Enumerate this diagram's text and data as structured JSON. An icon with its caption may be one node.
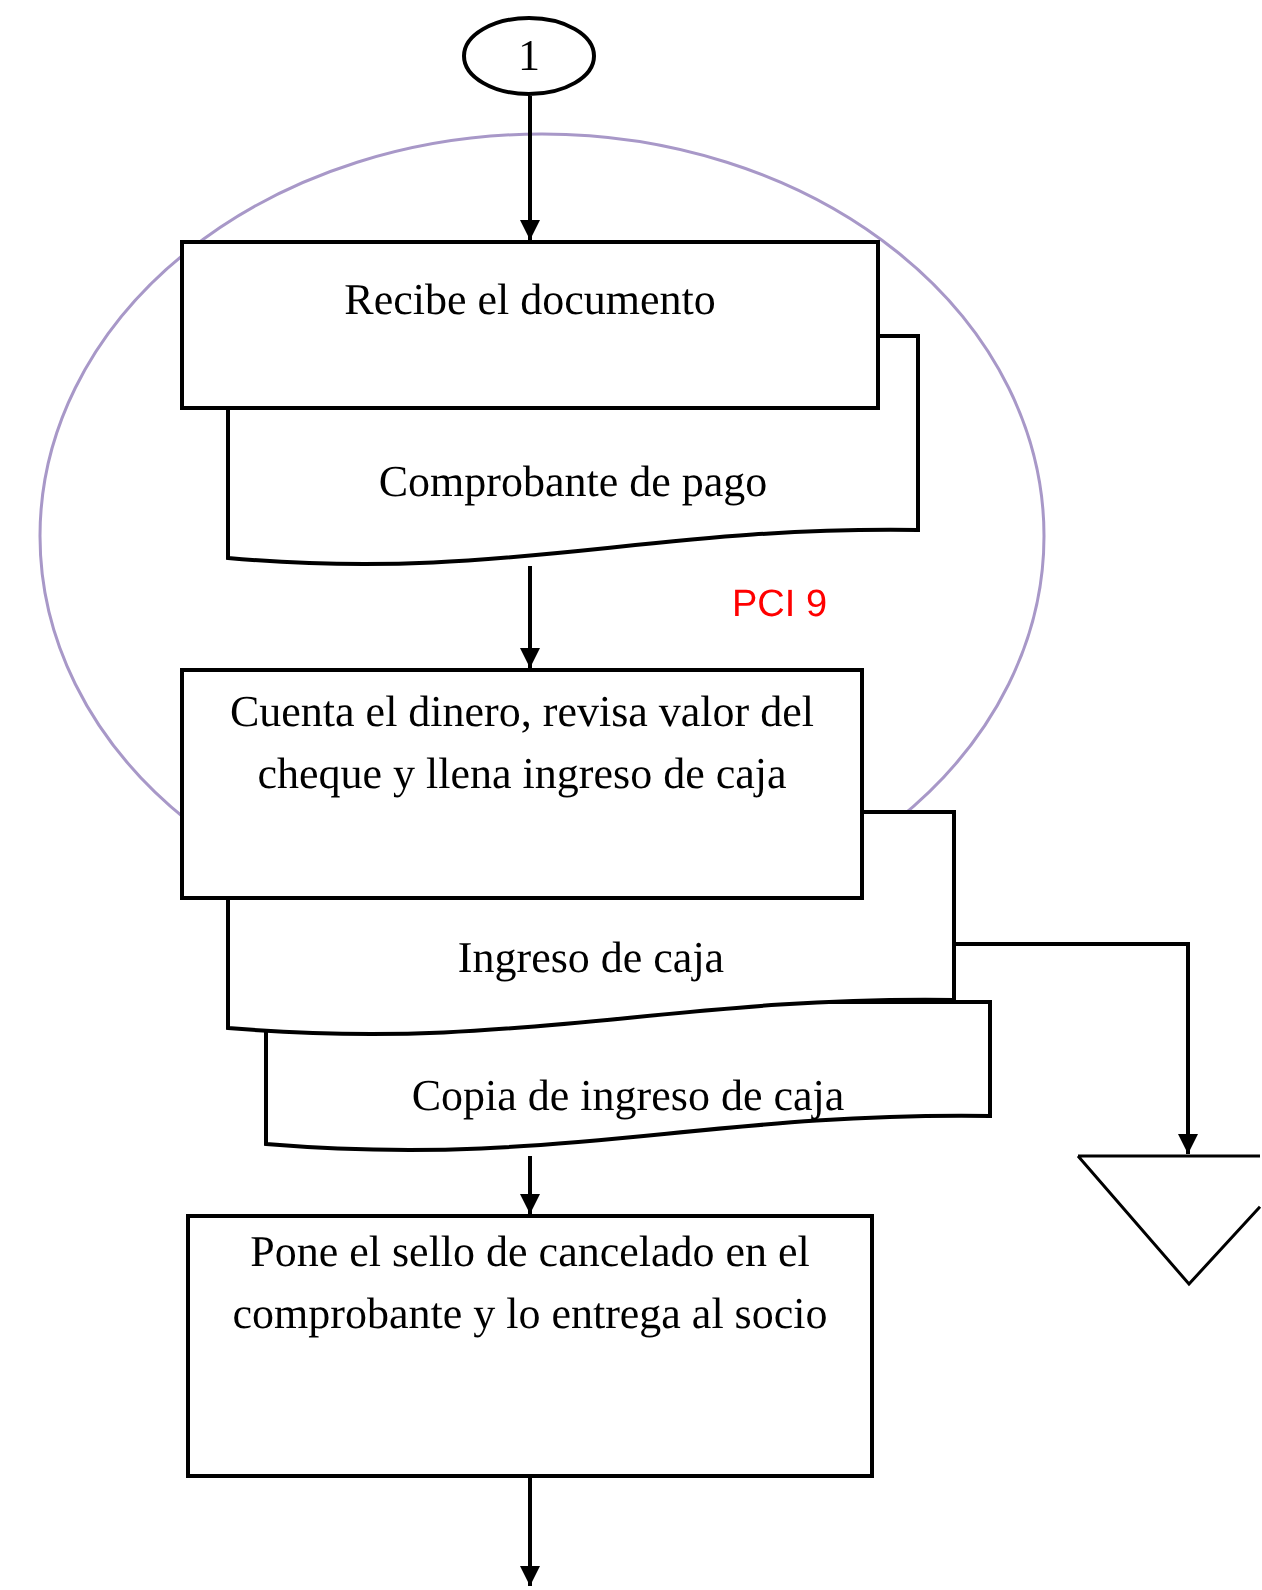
{
  "diagram": {
    "nodes": [
      {
        "text": [
          "1"
        ]
      },
      {
        "text": [
          "Recibe el documento"
        ]
      },
      {
        "text": [
          "Comprobante de pago"
        ]
      },
      {
        "text": [
          "Cuenta el dinero, revisa valor del cheque y llena ingreso de caja"
        ]
      },
      {
        "text": [
          "Ingreso de caja"
        ]
      },
      {
        "text": [
          "Copia de ingreso de caja"
        ]
      },
      {
        "text": [],
        "shape": "triangle"
      },
      {
        "text": [
          "Pone el sello de cancelado en el comprobante y lo entrega al socio"
        ]
      }
    ],
    "edges": [
      {
        "from": 0,
        "to": 1,
        "arrow": "to"
      },
      {
        "from": 2,
        "to": 3,
        "arrow": "to"
      },
      {
        "from": 4,
        "to": 6,
        "arrow": "to"
      },
      {
        "from": 5,
        "to": 7,
        "arrow": "to"
      },
      {
        "from": 7,
        "to": null,
        "arrow": "to"
      }
    ],
    "labels": [
      "PCI 9"
    ]
  }
}
